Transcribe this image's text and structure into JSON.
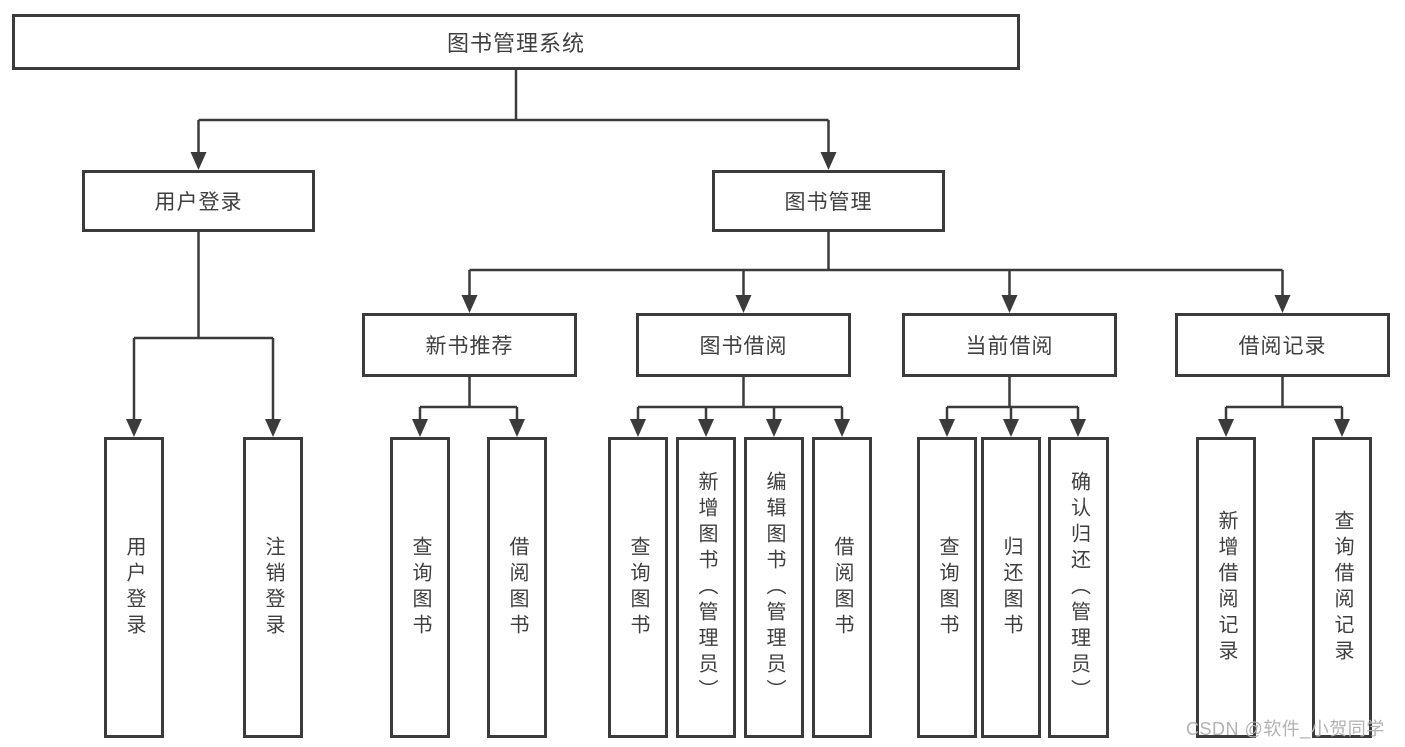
{
  "tree": {
    "label": "图书管理系统",
    "children": [
      {
        "label": "用户登录",
        "children": [
          {
            "label": "用户登录"
          },
          {
            "label": "注销登录"
          }
        ]
      },
      {
        "label": "图书管理",
        "children": [
          {
            "label": "新书推荐",
            "children": [
              {
                "label": "查询图书"
              },
              {
                "label": "借阅图书"
              }
            ]
          },
          {
            "label": "图书借阅",
            "children": [
              {
                "label": "查询图书"
              },
              {
                "label": "新增图书（管理员）"
              },
              {
                "label": "编辑图书（管理员）"
              },
              {
                "label": "借阅图书"
              }
            ]
          },
          {
            "label": "当前借阅",
            "children": [
              {
                "label": "查询图书"
              },
              {
                "label": "归还图书"
              },
              {
                "label": "确认归还（管理员）"
              }
            ]
          },
          {
            "label": "借阅记录",
            "children": [
              {
                "label": "新增借阅记录"
              },
              {
                "label": "查询借阅记录"
              }
            ]
          }
        ]
      }
    ]
  },
  "watermark": {
    "text": "CSDN @软件_小贺同学"
  },
  "colors": {
    "line": "#3b3b3b",
    "text": "#3f3f3f",
    "background": "#ffffff",
    "watermark": "#b2b2b2"
  }
}
